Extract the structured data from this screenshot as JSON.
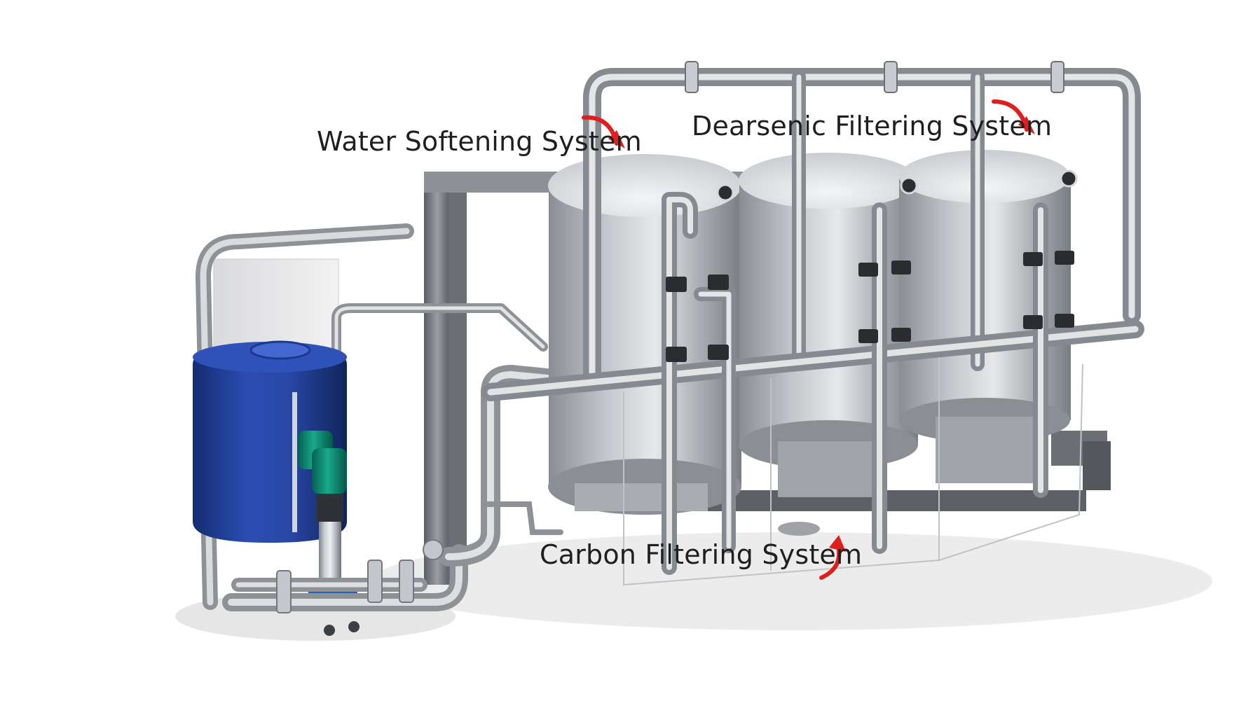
{
  "labels": {
    "water_softening": "Water Softening System",
    "dearsenic": "Dearsenic Filtering System",
    "carbon": "Carbon Filtering System"
  },
  "colors": {
    "arrow": "#e01e1e",
    "tank_blue": "#1f3f9c",
    "pump_green": "#0d8a72",
    "steel": "#b9bdc2",
    "text": "#1f1f1f"
  },
  "icons": [
    "curved-arrow-icon"
  ]
}
